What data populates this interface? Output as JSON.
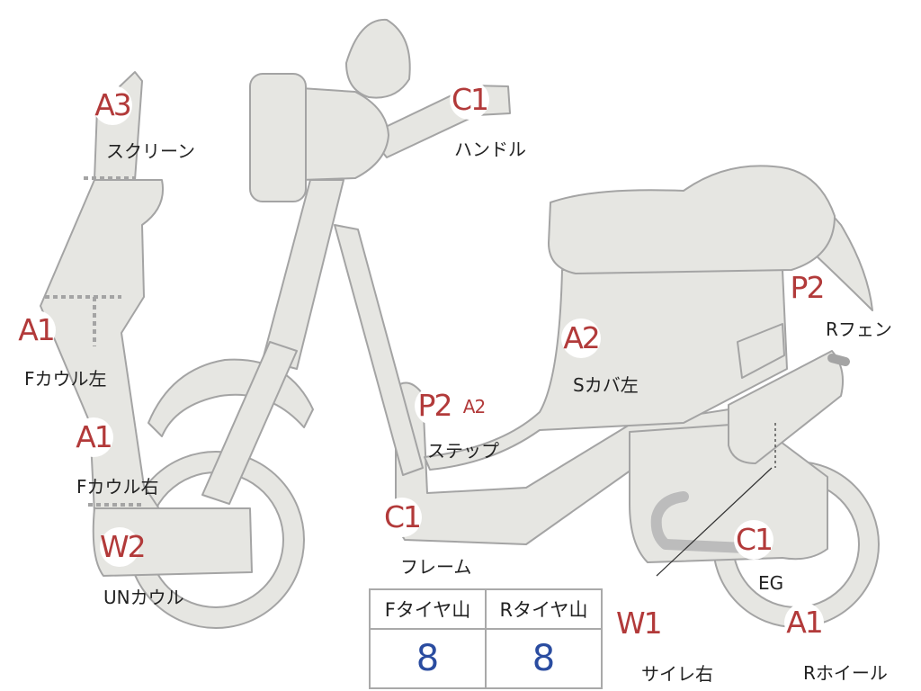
{
  "parts": [
    {
      "id": "screen",
      "code": "A3",
      "label": "スクリーン"
    },
    {
      "id": "handle",
      "code": "C1",
      "label": "ハンドル"
    },
    {
      "id": "f-cowl-left",
      "code": "A1",
      "label": "Fカウル左"
    },
    {
      "id": "f-cowl-right",
      "code": "A1",
      "label": "Fカウル右"
    },
    {
      "id": "un-cowl",
      "code": "W2",
      "label": "UNカウル"
    },
    {
      "id": "step",
      "code": "P2",
      "code2": "A2",
      "label": "ステップ"
    },
    {
      "id": "s-cover-left",
      "code": "A2",
      "label": "Sカバ左"
    },
    {
      "id": "r-fender",
      "code": "P2",
      "label": "Rフェン"
    },
    {
      "id": "frame",
      "code": "C1",
      "label": "フレーム"
    },
    {
      "id": "eg",
      "code": "C1",
      "label": "EG"
    },
    {
      "id": "muffler-right",
      "code": "W1",
      "label": "サイレ右"
    },
    {
      "id": "r-wheel",
      "code": "A1",
      "label": "Rホイール"
    }
  ],
  "tire_table": {
    "headers": [
      "Fタイヤ山",
      "Rタイヤ山"
    ],
    "values": [
      "8",
      "8"
    ]
  },
  "colors": {
    "body": "#e6e6e2",
    "outline": "#a4a4a4",
    "code_text": "#b23a3a",
    "value_text": "#2a4ca0"
  }
}
